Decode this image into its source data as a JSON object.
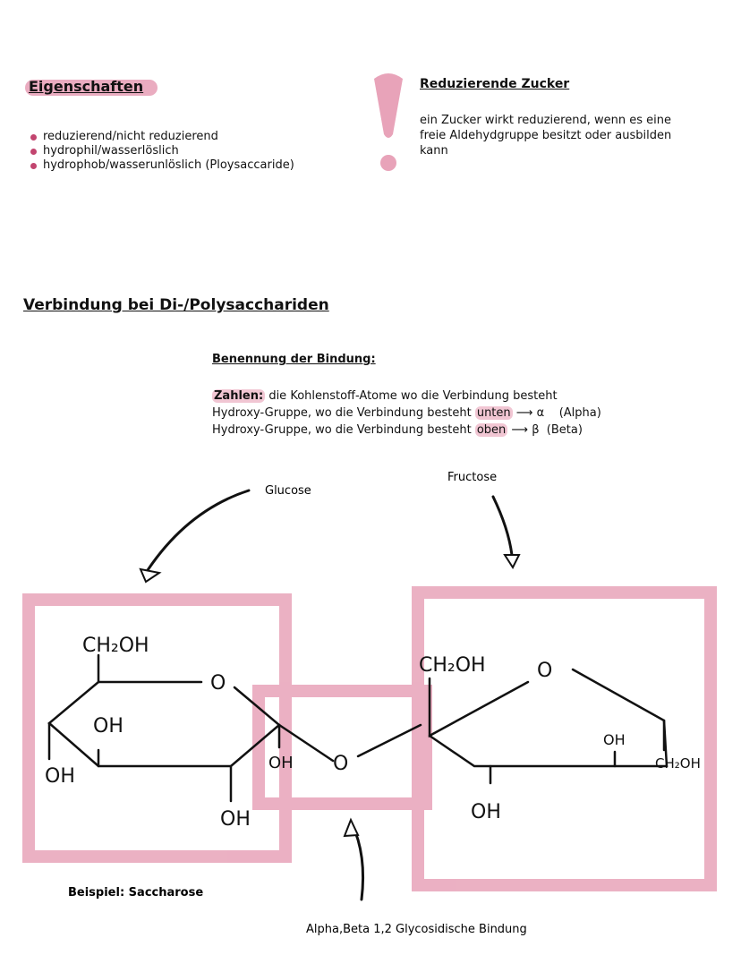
{
  "colors": {
    "accent_pink": "#e8a3b9",
    "bullet": "#c2456f"
  },
  "properties": {
    "heading": "Eigenschaften",
    "items": [
      "reduzierend/nicht reduzierend",
      "hydrophil/wasserlöslich",
      "hydrophob/wasserunlöslich (Ploysaccaride)"
    ]
  },
  "note": {
    "icon": "exclamation-icon",
    "heading": "Reduzierende Zucker",
    "text": "ein Zucker wirkt reduzierend, wenn es eine freie Aldehydgruppe besitzt oder ausbilden kann"
  },
  "bond_section": {
    "heading": "Verbindung bei Di-/Polysacchariden",
    "subheading": "Benennung der Bindung:",
    "lines": [
      {
        "mark": "Zahlen:",
        "text": " die Kohlenstoff-Atome wo die Verbindung besteht",
        "arrow_symbol": "",
        "suffix": ""
      },
      {
        "prefix": "Hydroxy-Gruppe, wo die Verbindung besteht ",
        "mark": "unten",
        "arrow_symbol": "α",
        "suffix": "(Alpha)"
      },
      {
        "prefix": "Hydroxy-Gruppe, wo die Verbindung besteht ",
        "mark": "oben",
        "arrow_symbol": "β",
        "suffix": "(Beta)"
      }
    ]
  },
  "diagram": {
    "glucose_label": "Glucose",
    "fructose_label": "Fructose",
    "glucose_groups": {
      "ch2oh": "CH₂OH",
      "ring_o": "O",
      "oh1": "OH",
      "oh2": "OH",
      "oh3": "OH",
      "oh4": "OH"
    },
    "bridge_o": "O",
    "fructose_groups": {
      "ch2oh_left": "CH₂OH",
      "ring_o": "O",
      "oh_right": "OH",
      "ch2oh_right": "CH₂OH",
      "oh_bottom": "OH"
    },
    "example_label": "Beispiel: Saccharose",
    "bond_label": "Alpha,Beta 1,2 Glycosidische Bindung"
  }
}
